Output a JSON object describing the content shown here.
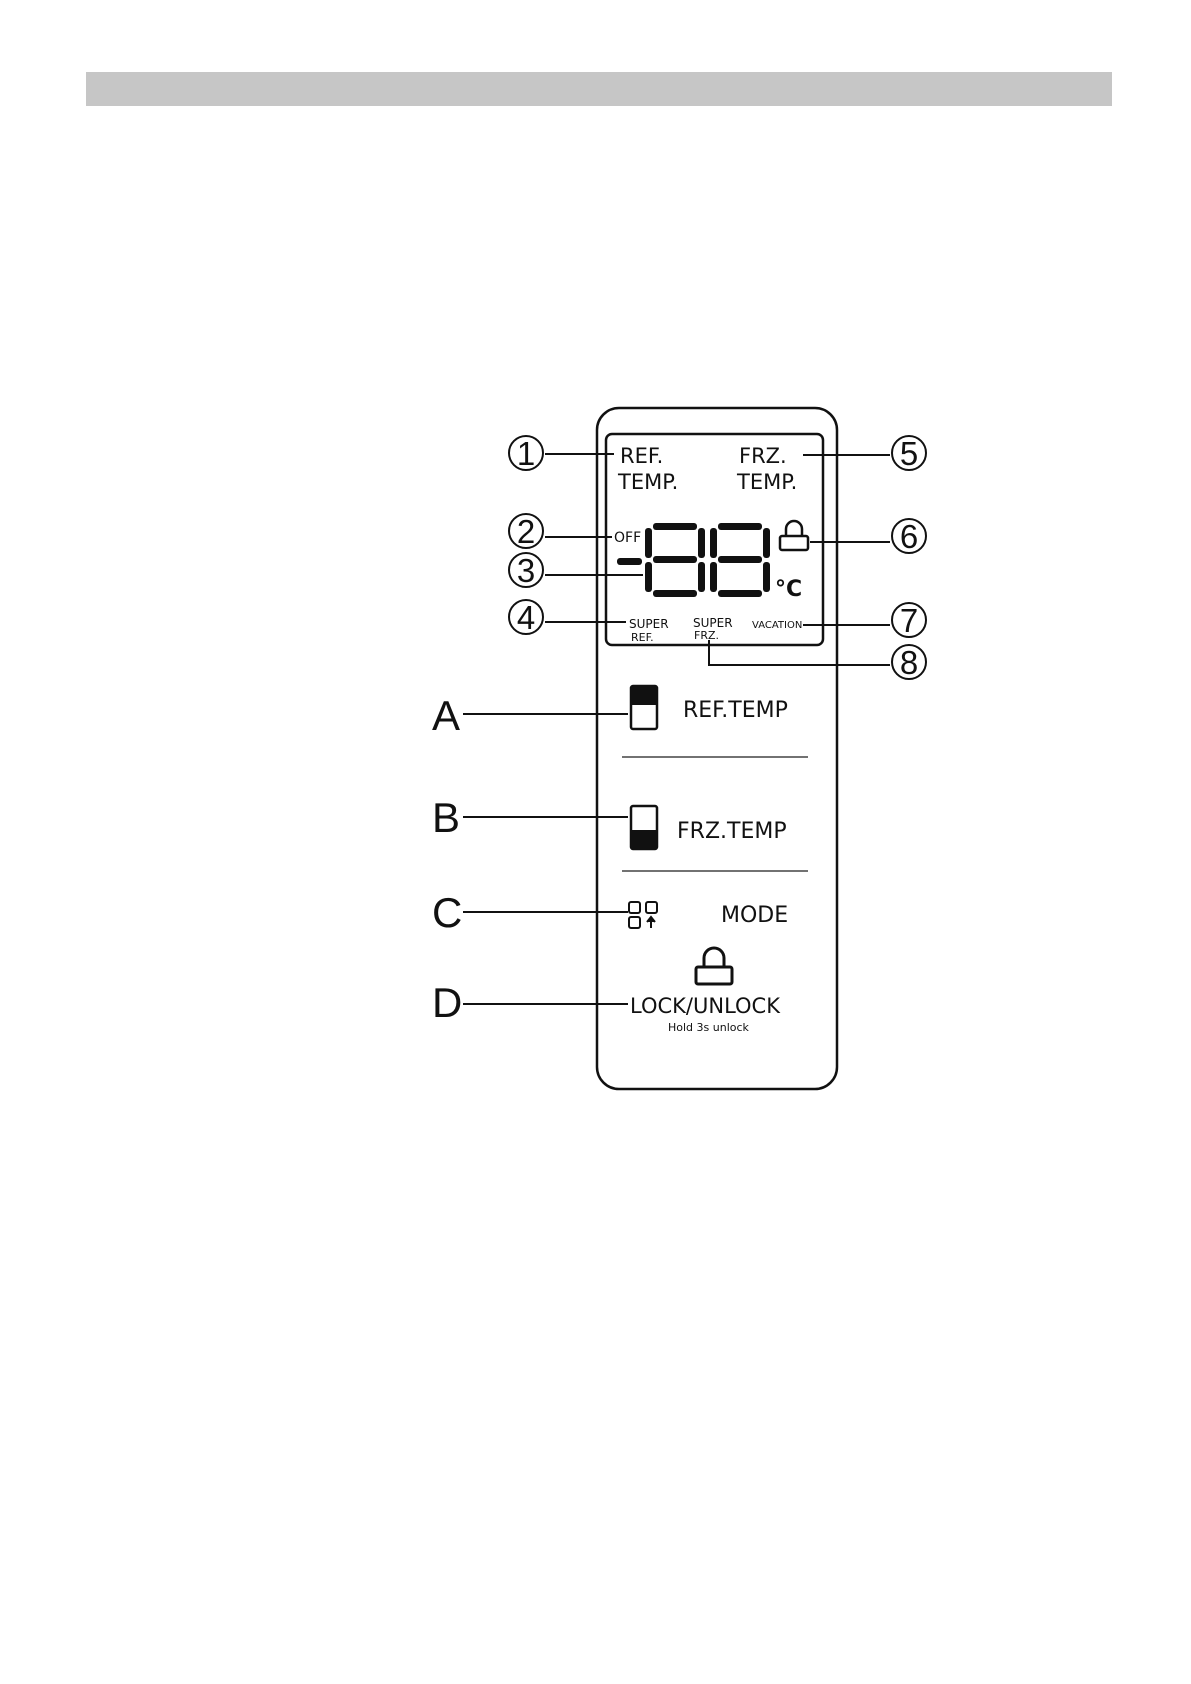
{
  "callouts": {
    "1": "①",
    "2": "②",
    "3": "③",
    "4": "④",
    "5": "⑤",
    "6": "⑥",
    "7": "⑦",
    "8": "⑧"
  },
  "display": {
    "ref_temp_line1": "REF.",
    "ref_temp_line2": "TEMP.",
    "frz_temp_line1": "FRZ.",
    "frz_temp_line2": "TEMP.",
    "off_label": "OFF",
    "digits": "-88",
    "unit": "°C",
    "super_ref_line1": "SUPER",
    "super_ref_line2": "REF.",
    "super_frz_line1": "SUPER",
    "super_frz_line2": "FRZ.",
    "vacation_label": "VACATION",
    "lock_icon": "padlock-icon"
  },
  "buttons": {
    "a": {
      "letter": "A",
      "label": "REF.TEMP",
      "icon": "fridge-top-icon"
    },
    "b": {
      "letter": "B",
      "label": "FRZ.TEMP",
      "icon": "fridge-bottom-icon"
    },
    "c": {
      "letter": "C",
      "label": "MODE",
      "icon": "mode-grid-icon"
    },
    "d": {
      "letter": "D",
      "label": "LOCK/UNLOCK",
      "sublabel": "Hold 3s unlock",
      "icon": "padlock-icon"
    }
  }
}
